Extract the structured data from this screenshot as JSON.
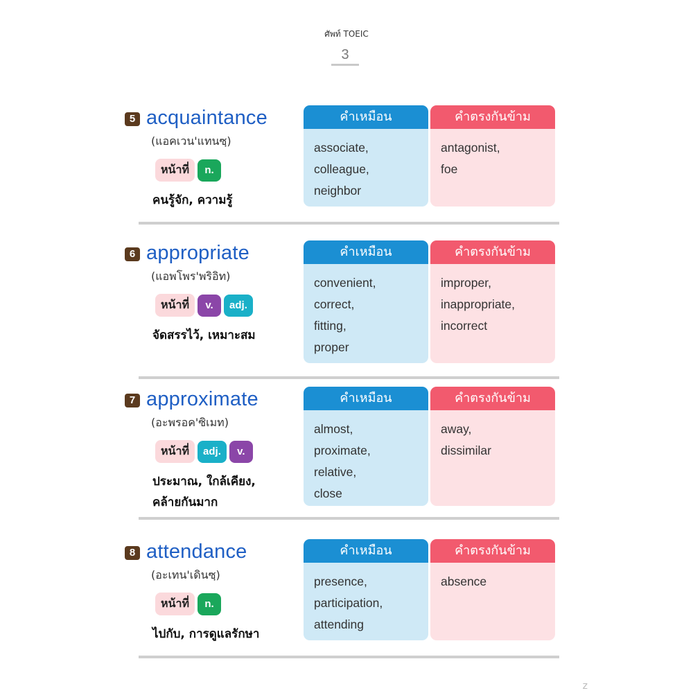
{
  "header": {
    "title": "ศัพท์ TOEIC",
    "page_number": "3"
  },
  "labels": {
    "role": "หน้าที่",
    "synonyms": "คำเหมือน",
    "antonyms": "คำตรงกันข้าม"
  },
  "entries": [
    {
      "number": "5",
      "word": "acquaintance",
      "pronunciation": "(แอคเวน'แทนซฺ)",
      "pos": [
        "n."
      ],
      "meaning": [
        "คนรู้จัก, ความรู้"
      ],
      "synonyms": [
        "associate,",
        "colleague,",
        "neighbor"
      ],
      "antonyms": [
        "antagonist,",
        "foe"
      ]
    },
    {
      "number": "6",
      "word": "appropriate",
      "pronunciation": "(แอพโพร'พริอิท)",
      "pos": [
        "v.",
        "adj."
      ],
      "meaning": [
        "จัดสรรไว้, เหมาะสม"
      ],
      "synonyms": [
        "convenient,",
        "correct,",
        "fitting,",
        "proper"
      ],
      "antonyms": [
        "improper,",
        "inappropriate,",
        "incorrect"
      ]
    },
    {
      "number": "7",
      "word": "approximate",
      "pronunciation": "(อะพรอค'ซิเมท)",
      "pos": [
        "adj.",
        "v."
      ],
      "meaning": [
        "ประมาณ, ใกล้เคียง,",
        "คล้ายกันมาก"
      ],
      "synonyms": [
        "almost,",
        "proximate,",
        "relative,",
        "close"
      ],
      "antonyms": [
        "away,",
        "dissimilar"
      ]
    },
    {
      "number": "8",
      "word": "attendance",
      "pronunciation": "(อะเทน'เดินซฺ)",
      "pos": [
        "n."
      ],
      "meaning": [
        "ไปกับ, การดูแลรักษา"
      ],
      "synonyms": [
        "presence,",
        "participation,",
        "attending"
      ],
      "antonyms": [
        "absence"
      ]
    }
  ],
  "footer": {
    "corner_mark": "z"
  }
}
